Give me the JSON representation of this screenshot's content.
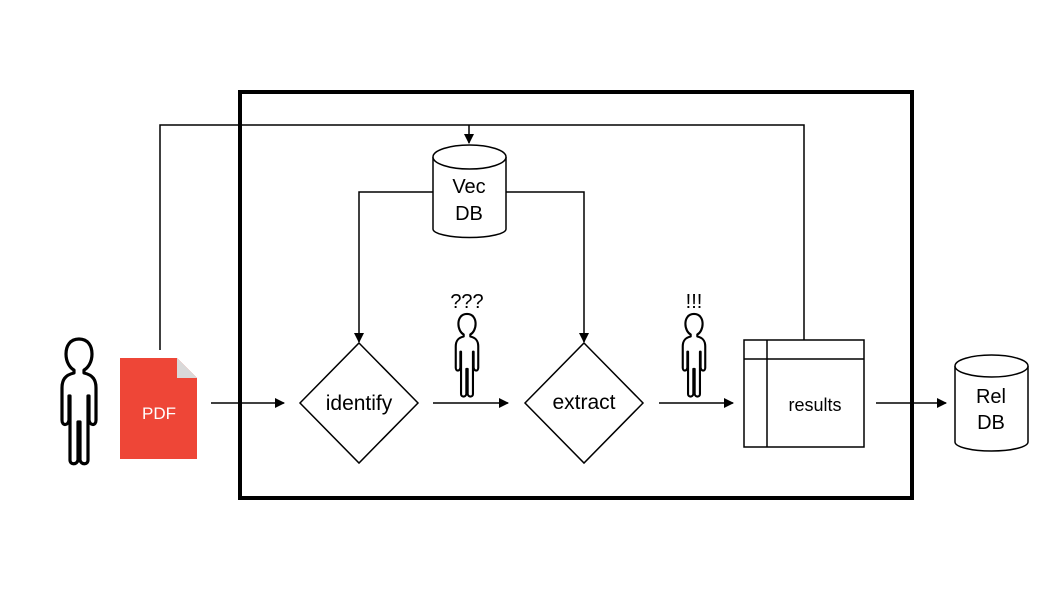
{
  "labels": {
    "vecdb_line1": "Vec",
    "vecdb_line2": "DB",
    "reldb_line1": "Rel",
    "reldb_line2": "DB",
    "pdf": "PDF",
    "identify": "identify",
    "extract": "extract",
    "results": "results",
    "question_marks": "???",
    "exclamation_marks": "!!!"
  },
  "colors": {
    "pdf_red": "#EE4637",
    "pdf_fold": "#D9D9D9",
    "stroke": "#000000",
    "background": "#FFFFFF"
  },
  "icons": {
    "user": "person-outline-icon",
    "document": "pdf-file-icon",
    "database": "cylinder-database-icon",
    "table": "table-icon"
  }
}
